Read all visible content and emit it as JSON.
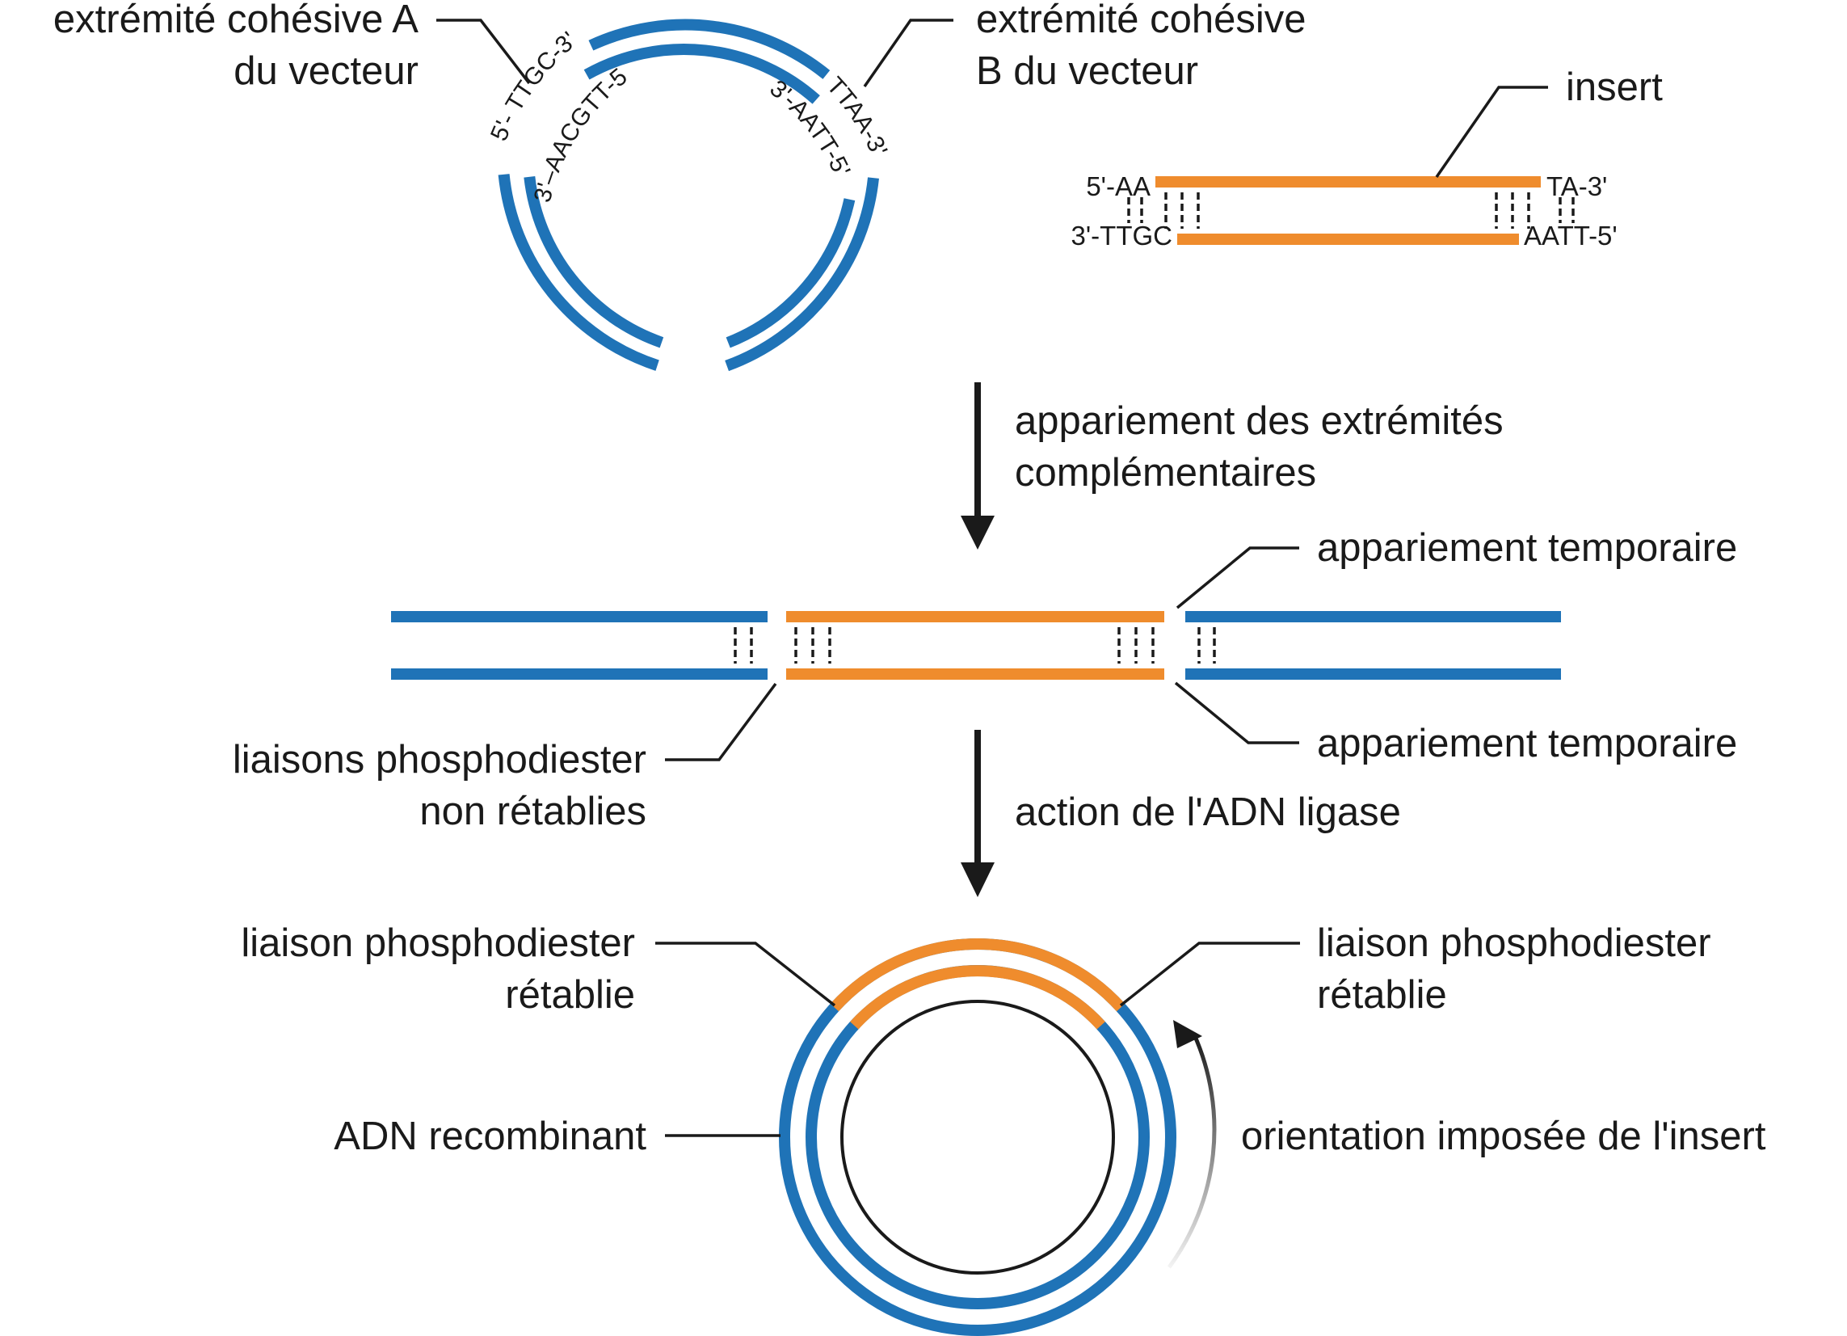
{
  "colors": {
    "vector": "#1f73b7",
    "insert": "#ef8c2d",
    "text": "#1a1a1a"
  },
  "labels": {
    "end_a_line1": "extrémité cohésive A",
    "end_a_line2": "du vecteur",
    "end_b_line1": "extrémité cohésive",
    "end_b_line2": "B du vecteur",
    "insert": "insert",
    "step1_line1": "appariement des extrémités",
    "step1_line2": "complémentaires",
    "temp_pairing_top": "appariement temporaire",
    "temp_pairing_bottom": "appariement temporaire",
    "bonds_not_restored_line1": "liaisons phosphodiester",
    "bonds_not_restored_line2": "non rétablies",
    "step2": "action de l'ADN ligase",
    "bond_restored_left_line1": "liaison phosphodiester",
    "bond_restored_left_line2": "rétablie",
    "bond_restored_right_line1": "liaison phosphodiester",
    "bond_restored_right_line2": "rétablie",
    "recombinant": "ADN recombinant",
    "orientation": "orientation imposée de l'insert"
  },
  "sequences": {
    "vector_a_outer": "5'- TTGC-3'",
    "vector_a_inner": "3'–AACGTT-5'",
    "vector_b_outer": "TTAA-3'",
    "vector_b_inner": "3'-AATT-5'",
    "insert_top_left": "5'-AA",
    "insert_top_right": "TA-3'",
    "insert_bottom_left": "3'-TTGC",
    "insert_bottom_right": "AATT-5'"
  }
}
